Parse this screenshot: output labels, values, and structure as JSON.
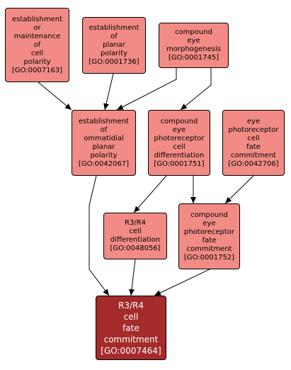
{
  "colors": {
    "node_fill": "#f28b85",
    "focus_fill": "#a52a2a",
    "focus_text": "#ffffff",
    "edge": "#000000"
  },
  "nodes": {
    "go0007163": {
      "lines": [
        "establishment",
        "or",
        "maintenance",
        "of",
        "cell",
        "polarity",
        "[GO:0007163]"
      ]
    },
    "go0001736": {
      "lines": [
        "establishment",
        "of",
        "planar",
        "polarity",
        "[GO:0001736]"
      ]
    },
    "go0001745": {
      "lines": [
        "compound",
        "eye",
        "morphogenesis",
        "[GO:0001745]"
      ]
    },
    "go0042067": {
      "lines": [
        "establishment",
        "of",
        "ommatidial",
        "planar",
        "polarity",
        "[GO:0042067]"
      ]
    },
    "go0001751": {
      "lines": [
        "compound",
        "eye",
        "photoreceptor",
        "cell",
        "differentiation",
        "[GO:0001751]"
      ]
    },
    "go0042706": {
      "lines": [
        "eye",
        "photoreceptor",
        "cell",
        "fate",
        "commitment",
        "[GO:0042706]"
      ]
    },
    "go0048056": {
      "lines": [
        "R3/R4",
        "cell",
        "differentiation",
        "[GO:0048056]"
      ]
    },
    "go0001752": {
      "lines": [
        "compound",
        "eye",
        "photoreceptor",
        "fate",
        "commitment",
        "[GO:0001752]"
      ]
    },
    "go0007464": {
      "lines": [
        "R3/R4",
        "cell",
        "fate",
        "commitment",
        "[GO:0007464]"
      ]
    }
  },
  "edges": [
    {
      "from": "go0007163",
      "to": "go0042067"
    },
    {
      "from": "go0001736",
      "to": "go0042067"
    },
    {
      "from": "go0001745",
      "to": "go0042067"
    },
    {
      "from": "go0001745",
      "to": "go0001751"
    },
    {
      "from": "go0042067",
      "to": "go0007464"
    },
    {
      "from": "go0001751",
      "to": "go0048056"
    },
    {
      "from": "go0001751",
      "to": "go0001752"
    },
    {
      "from": "go0042706",
      "to": "go0001752"
    },
    {
      "from": "go0048056",
      "to": "go0007464"
    },
    {
      "from": "go0001752",
      "to": "go0007464"
    }
  ]
}
